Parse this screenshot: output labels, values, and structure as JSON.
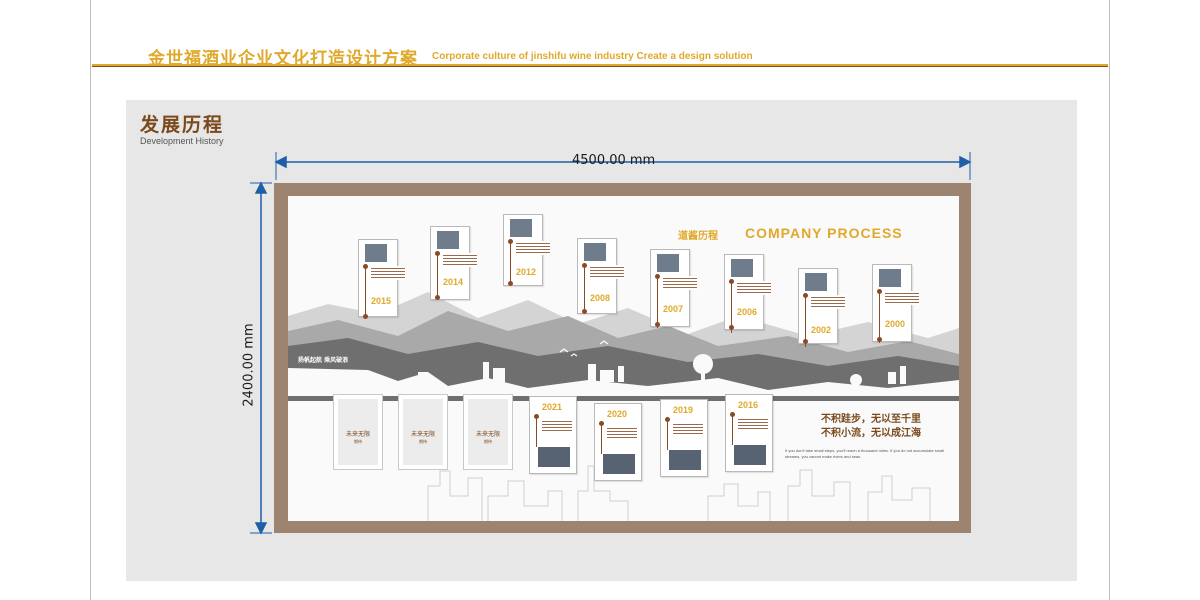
{
  "document": {
    "title_zh": "金世福酒业企业文化打造设计方案",
    "title_en": "Corporate culture of jinshifu wine industry  Create a design solution"
  },
  "section": {
    "title": "发展历程",
    "subtitle": "Development History"
  },
  "dimensions": {
    "width_label": "4500.00 mm",
    "height_label": "2400.00 mm"
  },
  "wall": {
    "process_zh": "道酱历程",
    "process_en": "COMPANY PROCESS",
    "slogan": "扬帆起航 乘风破浪",
    "motto_line1": "不积跬步，无以至千里",
    "motto_line2": "不积小流，无以成江海",
    "motto_en": "If you don't take small steps, you'll reach a thousand miles. If you do not accumulate small streams, you cannot make rivers and seas.",
    "upper_years": [
      "2015",
      "2014",
      "2012",
      "2008",
      "2007",
      "2006",
      "2002",
      "2000"
    ],
    "lower_years": [
      "2021",
      "2020",
      "2019",
      "2016"
    ],
    "placeholder_label": "未来无限",
    "placeholder_sub": "期待"
  },
  "colors": {
    "gold": "#e0a92c",
    "brown": "#7a4a1d",
    "frame": "#9c8471",
    "dimension_blue": "#1f5fa8"
  }
}
